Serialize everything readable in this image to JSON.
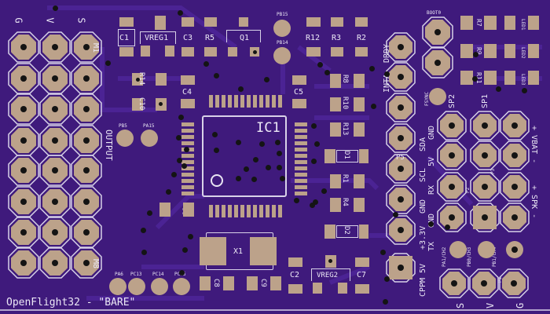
{
  "board": {
    "title": "OpenFlight32 - \"BARE\"",
    "ic_label": "IC1",
    "crystal_label": "X1",
    "colors": {
      "board": "#3f1a7c",
      "pad": "#bca28a",
      "silk": "#e8e4f2",
      "trace": "#4a2290",
      "hole": "#141414"
    }
  },
  "left_header": {
    "top_labels": [
      "G",
      "V",
      "S"
    ],
    "m1_label": "M1",
    "m8_label": "M8",
    "output_label": "OUTPUT"
  },
  "components": {
    "c1": "C1",
    "vreg1": "VREG1",
    "c3": "C3",
    "r5": "R5",
    "q1": "Q1",
    "pb15": "PB15",
    "pb14": "PB14",
    "r12": "R12",
    "r3": "R3",
    "r2": "R2",
    "r14": "R14",
    "c10": "C10",
    "c4": "C4",
    "c5": "C5",
    "c6": "C6",
    "pb5": "PB5",
    "pa15": "PA15",
    "r8": "R8",
    "r10": "R10",
    "r13": "R13",
    "d1": "D1",
    "r1": "R1",
    "r4": "R4",
    "d2": "D2",
    "c8": "C8",
    "c9": "C9",
    "c2": "C2",
    "vreg2": "VREG2",
    "c7": "C7",
    "pa6": "PA6",
    "pc13": "PC13",
    "pc14": "PC14",
    "pc15": "PC15"
  },
  "right_header": {
    "drdy": "DRDY",
    "inta": "INTA",
    "sda": "SDA",
    "scl": "SCL",
    "p5": "P5",
    "gnd": "GND",
    "v33": "+3.3V",
    "v5": "5V",
    "cppm": "CPPM",
    "fsync": "FSYNC",
    "sp2": "SP2",
    "sp1": "SP1",
    "gnd2": "GND",
    "v52": "5V",
    "rx": "RX",
    "gnd3": "GND",
    "tx": "TX",
    "vbat": "+ VBAT -",
    "spk": "+ SPK -",
    "p2": "P2",
    "p3": "P3",
    "p1": "P1",
    "pa1": "PA1/CH2",
    "pb0": "PB0/CH3",
    "pb1": "PB1/CH4",
    "bottom_labels": [
      "S",
      "V",
      "G"
    ]
  },
  "leds": {
    "boot0": "BOOT0",
    "r7": "R7",
    "r9": "R9",
    "r11": "R11",
    "led1": "LED1",
    "led2": "LED2",
    "led3": "LED3"
  }
}
